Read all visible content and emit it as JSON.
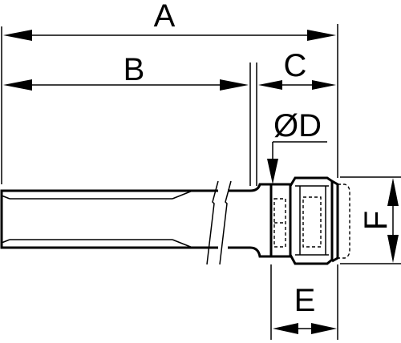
{
  "labels": {
    "a": "A",
    "b": "B",
    "c": "C",
    "d": "ØD",
    "e": "E",
    "f": "F"
  }
}
